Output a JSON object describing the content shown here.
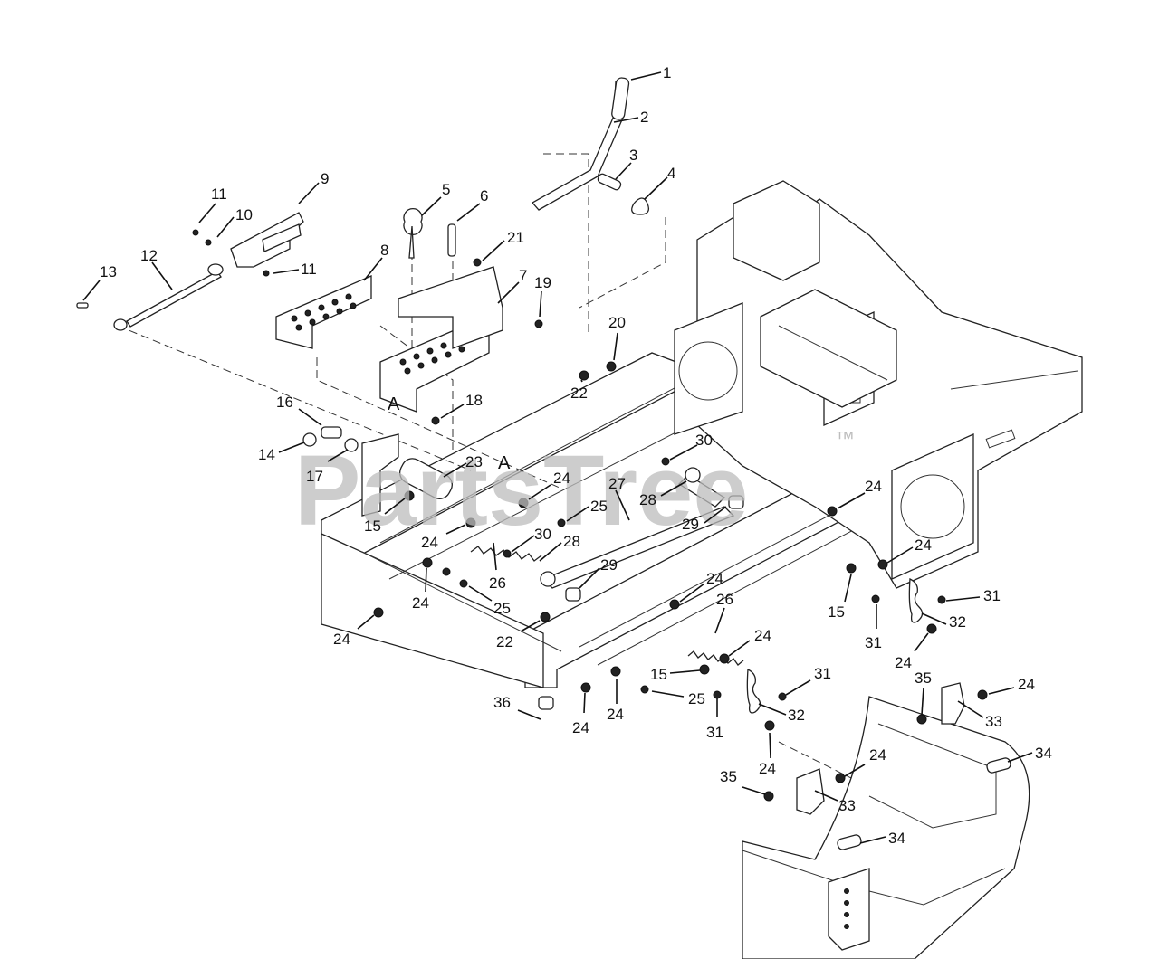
{
  "watermark": {
    "text": "PartsTree",
    "trademark": "™"
  },
  "section_markers": [
    "A",
    "A"
  ],
  "callouts": [
    {
      "label": "1"
    },
    {
      "label": "2"
    },
    {
      "label": "3"
    },
    {
      "label": "4"
    },
    {
      "label": "5"
    },
    {
      "label": "6"
    },
    {
      "label": "7"
    },
    {
      "label": "8"
    },
    {
      "label": "9"
    },
    {
      "label": "10"
    },
    {
      "label": "11"
    },
    {
      "label": "11"
    },
    {
      "label": "12"
    },
    {
      "label": "13"
    },
    {
      "label": "14"
    },
    {
      "label": "15"
    },
    {
      "label": "15"
    },
    {
      "label": "15"
    },
    {
      "label": "16"
    },
    {
      "label": "17"
    },
    {
      "label": "18"
    },
    {
      "label": "19"
    },
    {
      "label": "20"
    },
    {
      "label": "21"
    },
    {
      "label": "22"
    },
    {
      "label": "22"
    },
    {
      "label": "23"
    },
    {
      "label": "24"
    },
    {
      "label": "24"
    },
    {
      "label": "24"
    },
    {
      "label": "24"
    },
    {
      "label": "24"
    },
    {
      "label": "24"
    },
    {
      "label": "24"
    },
    {
      "label": "24"
    },
    {
      "label": "24"
    },
    {
      "label": "24"
    },
    {
      "label": "24"
    },
    {
      "label": "24"
    },
    {
      "label": "24"
    },
    {
      "label": "24"
    },
    {
      "label": "24"
    },
    {
      "label": "25"
    },
    {
      "label": "25"
    },
    {
      "label": "25"
    },
    {
      "label": "26"
    },
    {
      "label": "26"
    },
    {
      "label": "27"
    },
    {
      "label": "28"
    },
    {
      "label": "28"
    },
    {
      "label": "29"
    },
    {
      "label": "29"
    },
    {
      "label": "30"
    },
    {
      "label": "30"
    },
    {
      "label": "31"
    },
    {
      "label": "31"
    },
    {
      "label": "31"
    },
    {
      "label": "31"
    },
    {
      "label": "32"
    },
    {
      "label": "32"
    },
    {
      "label": "33"
    },
    {
      "label": "33"
    },
    {
      "label": "34"
    },
    {
      "label": "34"
    },
    {
      "label": "35"
    },
    {
      "label": "35"
    },
    {
      "label": "36"
    }
  ]
}
